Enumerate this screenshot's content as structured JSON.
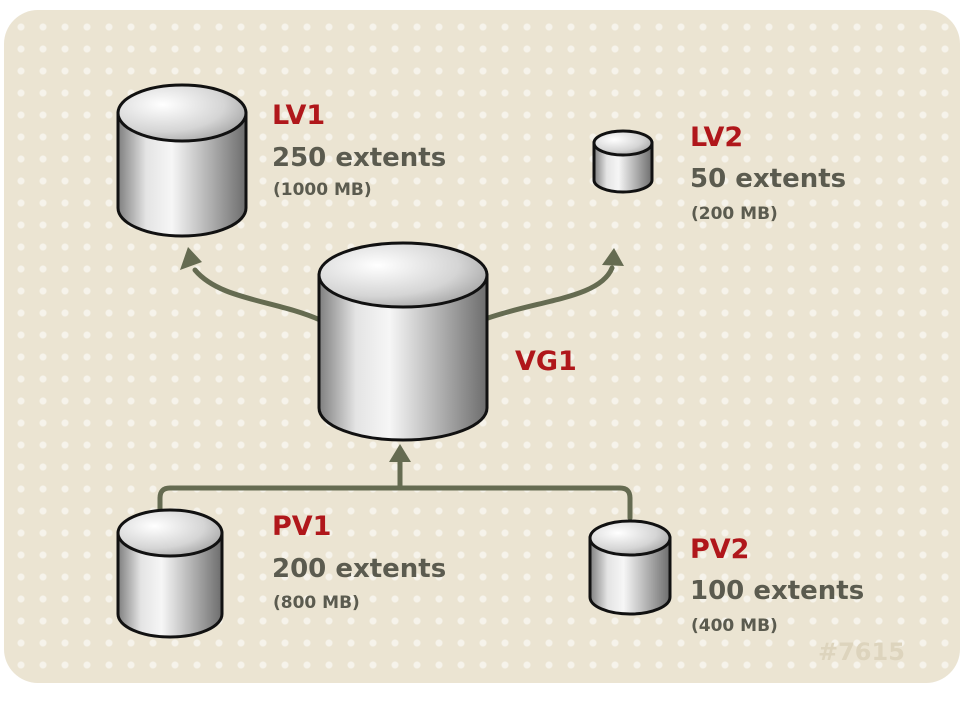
{
  "volume_group": {
    "name": "VG1"
  },
  "logical_volumes": [
    {
      "name": "LV1",
      "extents": "250 extents",
      "size": "(1000 MB)"
    },
    {
      "name": "LV2",
      "extents": "50 extents",
      "size": "(200 MB)"
    }
  ],
  "physical_volumes": [
    {
      "name": "PV1",
      "extents": "200 extents",
      "size": "(800 MB)"
    },
    {
      "name": "PV2",
      "extents": "100 extents",
      "size": "(400 MB)"
    }
  ],
  "figure_id": "#7615",
  "colors": {
    "background": "#ebe4d2",
    "label_red": "#b0171b",
    "label_gray": "#5b5b4f",
    "arrow": "#656b51"
  }
}
